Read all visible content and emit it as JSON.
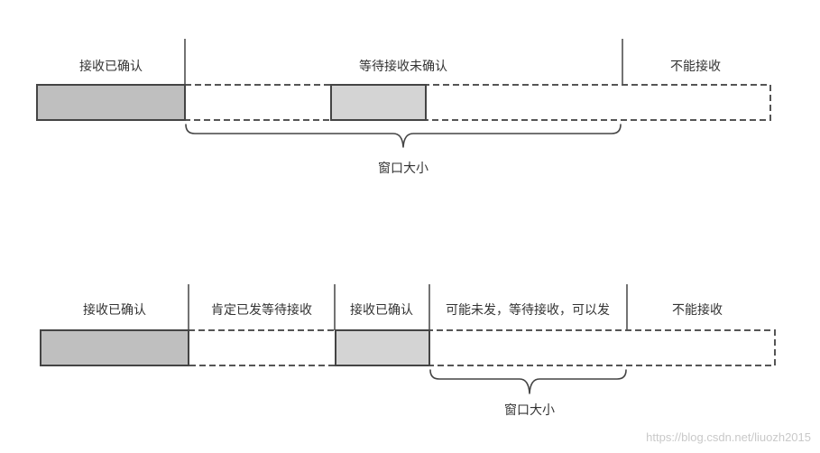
{
  "colors": {
    "acknowledged_fill": "#bfbfbf",
    "received_fill": "#d4d4d4",
    "stroke": "#444444",
    "text": "#333333",
    "watermark": "#c9c9c9"
  },
  "top": {
    "labels": {
      "received_acked": "接收已确认",
      "waiting_unacked": "等待接收未确认",
      "cannot_receive": "不能接收"
    },
    "window_label": "窗口大小"
  },
  "bottom": {
    "labels": {
      "received_acked": "接收已确认",
      "sent_waiting": "肯定已发等待接收",
      "received_acked_2": "接收已确认",
      "maybe_unsent": "可能未发，等待接收，可以发",
      "cannot_receive": "不能接收"
    },
    "window_label": "窗口大小"
  },
  "watermark": "https://blog.csdn.net/liuozh2015"
}
